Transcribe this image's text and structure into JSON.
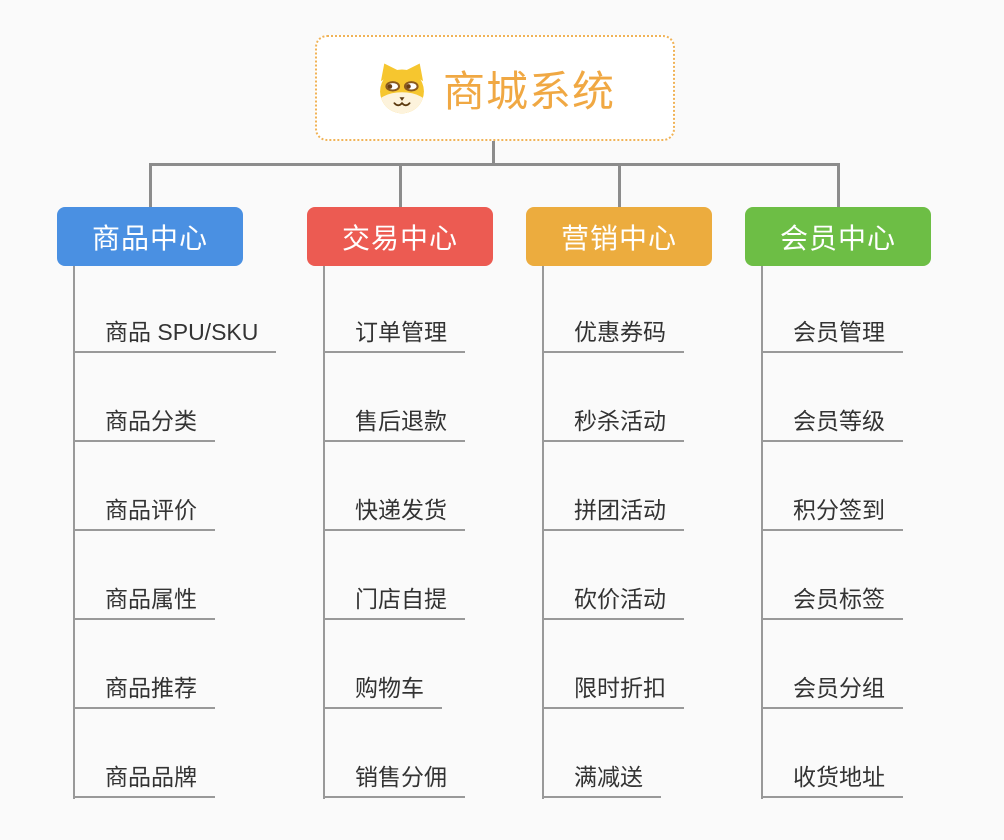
{
  "root": {
    "title": "商城系统",
    "icon": "doge-icon"
  },
  "branches": [
    {
      "label": "商品中心",
      "color": "#4A90E2",
      "children": [
        "商品 SPU/SKU",
        "商品分类",
        "商品评价",
        "商品属性",
        "商品推荐",
        "商品品牌"
      ]
    },
    {
      "label": "交易中心",
      "color": "#EC5B52",
      "children": [
        "订单管理",
        "售后退款",
        "快递发货",
        "门店自提",
        "购物车",
        "销售分佣"
      ]
    },
    {
      "label": "营销中心",
      "color": "#ECAC3E",
      "children": [
        "优惠券码",
        "秒杀活动",
        "拼团活动",
        "砍价活动",
        "限时折扣",
        "满减送"
      ]
    },
    {
      "label": "会员中心",
      "color": "#6DBE45",
      "children": [
        "会员管理",
        "会员等级",
        "积分签到",
        "会员标签",
        "会员分组",
        "收货地址"
      ]
    }
  ],
  "colors": {
    "background": "#fafafa",
    "connector": "#8c8c8c",
    "branch_line": "#999999",
    "root_border": "#F0B357",
    "root_text": "#F0A843",
    "item_text": "#333333"
  }
}
